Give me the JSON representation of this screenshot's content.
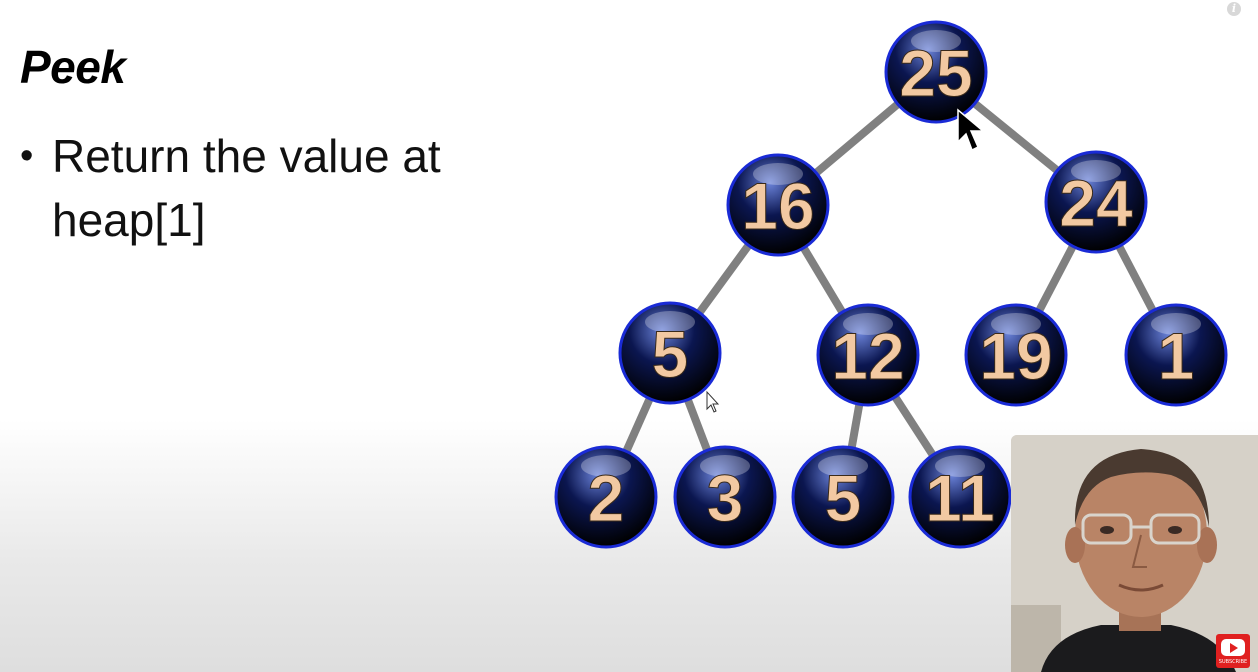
{
  "slide": {
    "title": "Peek",
    "bullets": [
      "Return the value at heap[1]"
    ]
  },
  "heap_tree": {
    "levels": [
      [
        "25"
      ],
      [
        "16",
        "24"
      ],
      [
        "5",
        "12",
        "19",
        "1"
      ],
      [
        "2",
        "3",
        "5",
        "11"
      ]
    ],
    "node_color": "#0b1650",
    "node_highlight": "#6a82d8",
    "node_border": "#1a2bd6",
    "label_color": "#f2c9a2",
    "edge_color": "#808080"
  },
  "overlay": {
    "info_icon_glyph": "i",
    "subscribe_label": "SUBSCRIBE"
  }
}
